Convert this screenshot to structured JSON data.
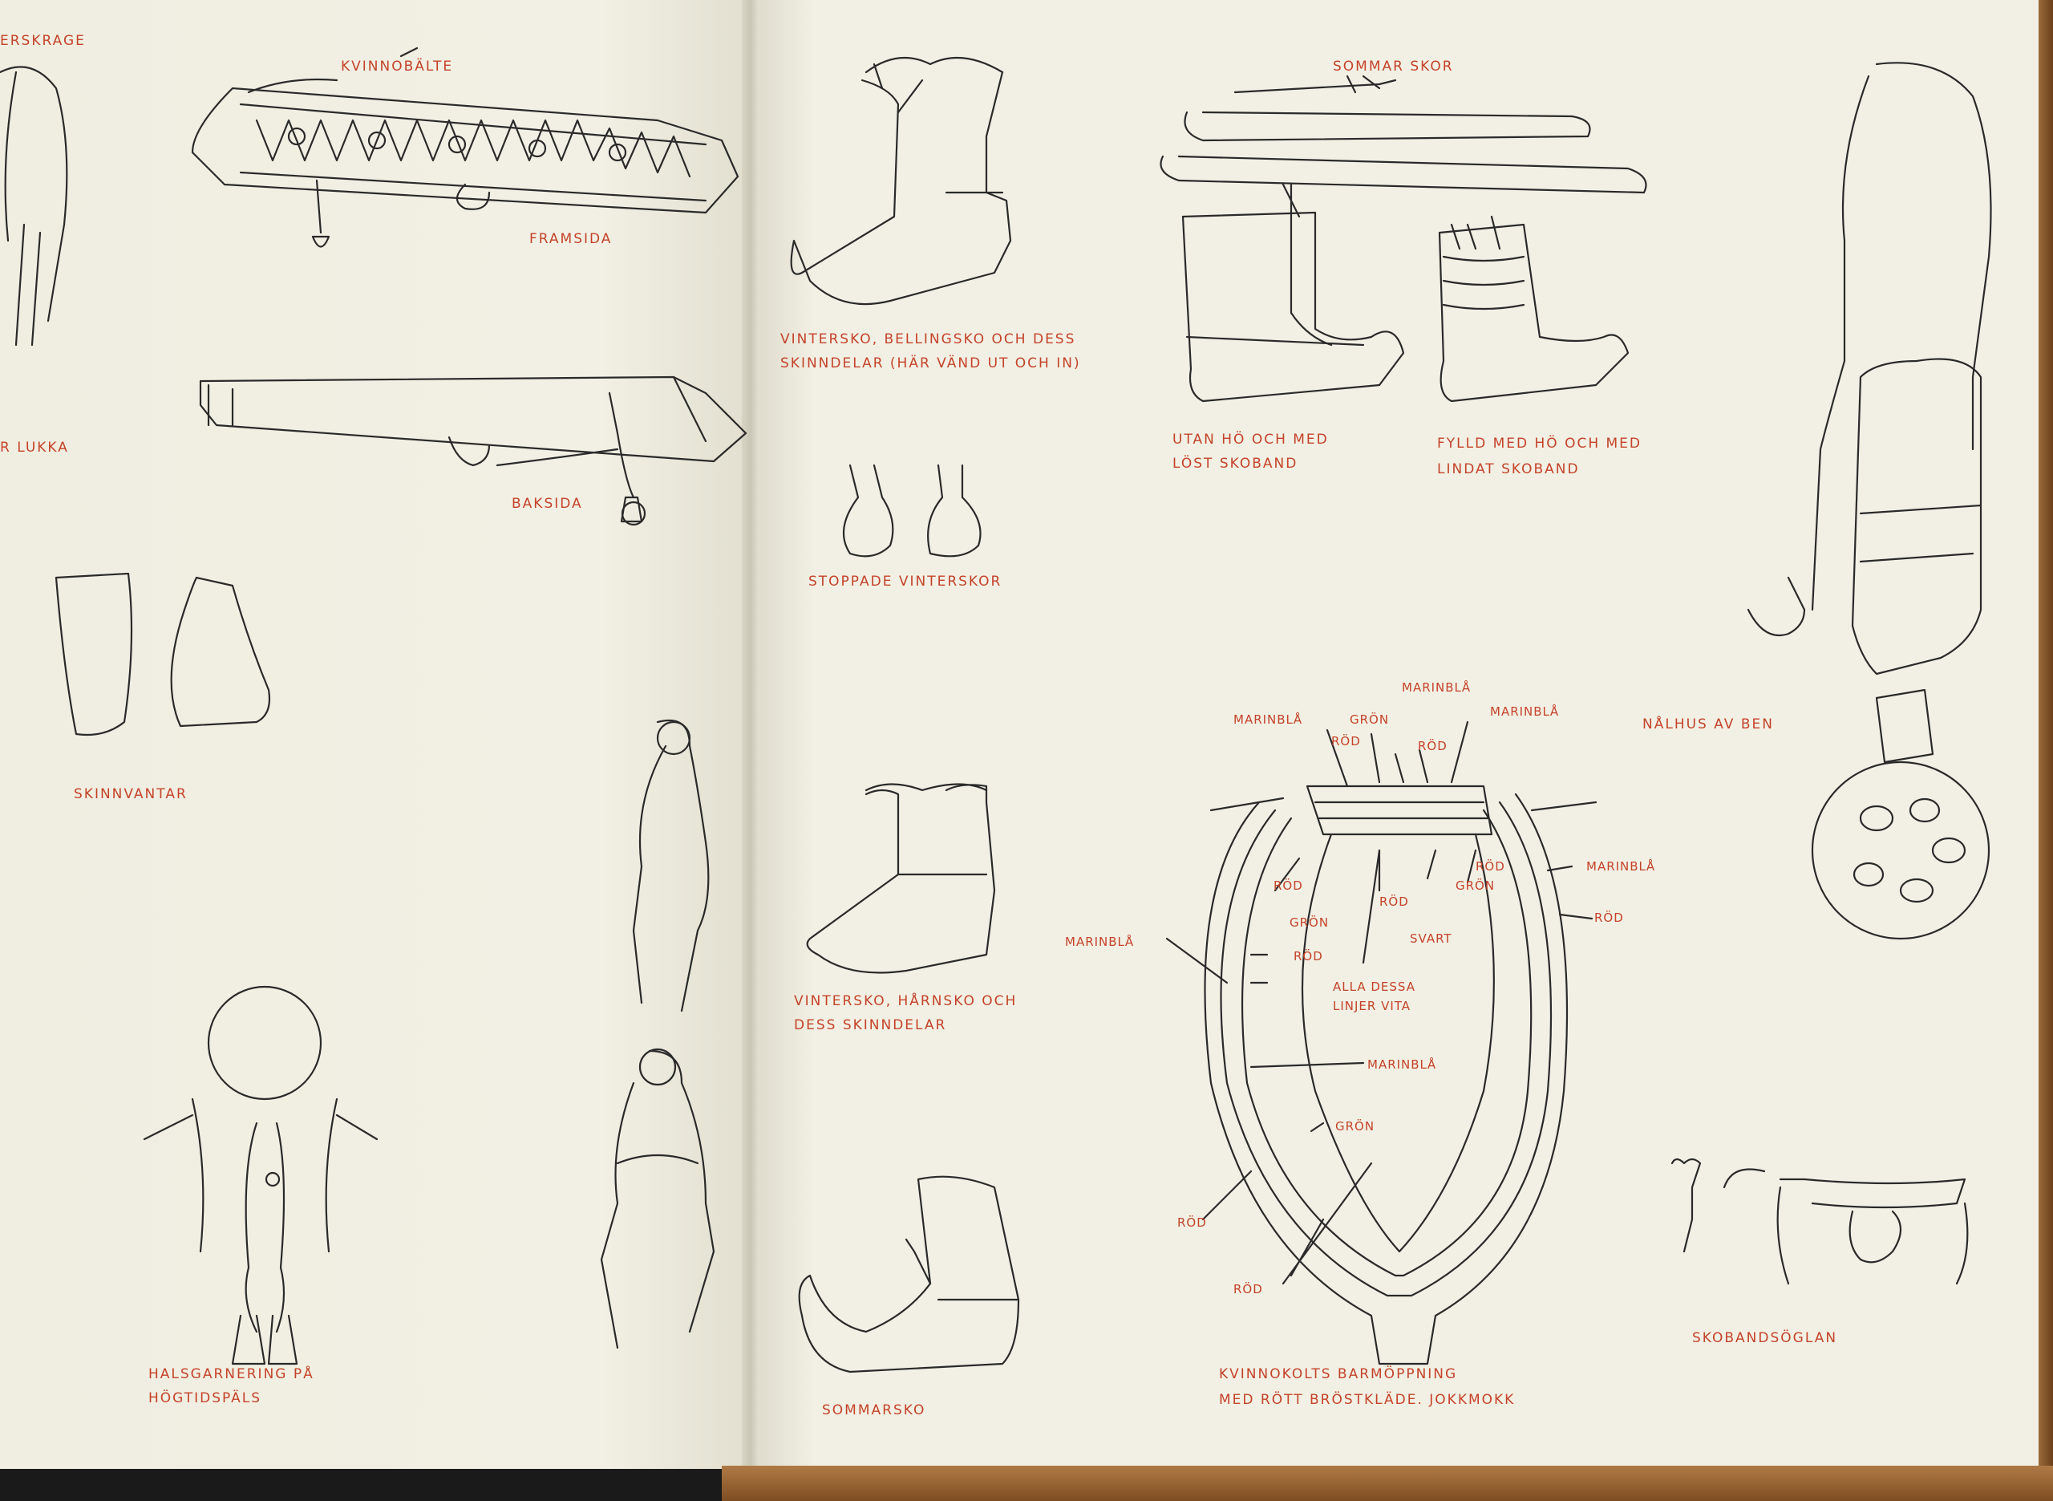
{
  "left_page": {
    "labels": [
      {
        "id": "collar-fragment",
        "text": "ERSKRAGE"
      },
      {
        "id": "kvinnobalte",
        "text": "KVINNOBÄLTE"
      },
      {
        "id": "framsida",
        "text": "FRAMSIDA"
      },
      {
        "id": "lukka-fragment",
        "text": "R LUKKA"
      },
      {
        "id": "baksida",
        "text": "BAKSIDA"
      },
      {
        "id": "skinnvantar",
        "text": "SKINNVANTAR"
      },
      {
        "id": "halsgarnering-line1",
        "text": "HALSGARNERING PÅ"
      },
      {
        "id": "halsgarnering-line2",
        "text": "HÖGTIDSPÄLS"
      }
    ]
  },
  "right_page": {
    "labels": [
      {
        "id": "vintersko-bellingsko-1",
        "text": "VINTERSKO, BELLINGSKO OCH DESS"
      },
      {
        "id": "vintersko-bellingsko-2",
        "text": "SKINNDELAR (HÄR VÄND UT OCH IN)"
      },
      {
        "id": "stoppade-vinterskor",
        "text": "STOPPADE VINTERSKOR"
      },
      {
        "id": "sommar-skor",
        "text": "SOMMAR SKOR"
      },
      {
        "id": "utan-ho-1",
        "text": "UTAN HÖ OCH MED"
      },
      {
        "id": "utan-ho-2",
        "text": "LÖST SKOBAND"
      },
      {
        "id": "fylld-ho-1",
        "text": "FYLLD MED HÖ OCH MED"
      },
      {
        "id": "fylld-ho-2",
        "text": "LINDAT SKOBAND"
      },
      {
        "id": "nalhus",
        "text": "NÅLHUS AV BEN"
      },
      {
        "id": "vintersko-harnsko-1",
        "text": "VINTERSKO, HÅRNSKO OCH"
      },
      {
        "id": "vintersko-harnsko-2",
        "text": "DESS SKINNDELAR"
      },
      {
        "id": "sommarsko",
        "text": "SOMMARSKO"
      },
      {
        "id": "skobandsoglan",
        "text": "SKOBANDSÖGLAN"
      },
      {
        "id": "kolt-caption-1",
        "text": "KVINNOKOLTS BARMÖPPNING"
      },
      {
        "id": "kolt-caption-2",
        "text": "MED RÖTT BRÖSTKLÄDE. JOKKMOKK"
      }
    ],
    "color_annotations": [
      {
        "id": "marinbla-top",
        "text": "MARINBLÅ"
      },
      {
        "id": "marinbla-left-top",
        "text": "MARINBLÅ"
      },
      {
        "id": "gron-top",
        "text": "GRÖN"
      },
      {
        "id": "marinbla-right-top",
        "text": "MARINBLÅ"
      },
      {
        "id": "rod-top-left",
        "text": "RÖD"
      },
      {
        "id": "rod-top-right",
        "text": "RÖD"
      },
      {
        "id": "rod-inner-right",
        "text": "RÖD"
      },
      {
        "id": "marinbla-outer-right",
        "text": "MARINBLÅ"
      },
      {
        "id": "rod-inner-left",
        "text": "RÖD"
      },
      {
        "id": "rod-center",
        "text": "RÖD"
      },
      {
        "id": "gron-inner-right",
        "text": "GRÖN"
      },
      {
        "id": "rod-outer-right",
        "text": "RÖD"
      },
      {
        "id": "gron-left",
        "text": "GRÖN"
      },
      {
        "id": "svart",
        "text": "SVART"
      },
      {
        "id": "marinbla-left",
        "text": "MARINBLÅ"
      },
      {
        "id": "rod-left",
        "text": "RÖD"
      },
      {
        "id": "alla-dessa-1",
        "text": "ALLA DESSA"
      },
      {
        "id": "alla-dessa-2",
        "text": "LINJER VITA"
      },
      {
        "id": "marinbla-middle",
        "text": "MARINBLÅ"
      },
      {
        "id": "gron-lower",
        "text": "GRÖN"
      },
      {
        "id": "rod-lower-left",
        "text": "RÖD"
      },
      {
        "id": "rod-bottom",
        "text": "RÖD"
      }
    ]
  },
  "colors": {
    "label_red": "#c4432a",
    "ink": "#2a2a2a",
    "paper": "#f1efe2",
    "cover": "#8a5a2c"
  }
}
